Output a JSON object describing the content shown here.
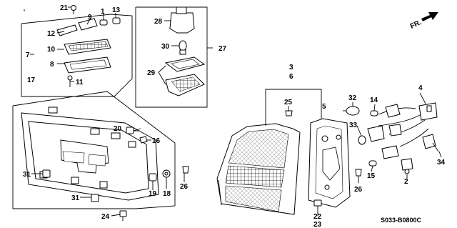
{
  "diagram": {
    "reference_code": "S033-B0800C",
    "direction_label": "FR.",
    "callouts": [
      "1",
      "2",
      "3",
      "4",
      "5",
      "6",
      "7",
      "8",
      "9",
      "10",
      "11",
      "12",
      "13",
      "14",
      "15",
      "16",
      "17",
      "18",
      "19",
      "20",
      "21",
      "22",
      "23",
      "24",
      "25",
      "26",
      "26",
      "27",
      "28",
      "29",
      "30",
      "31",
      "31",
      "32",
      "33",
      "34"
    ],
    "colors": {
      "line": "#000000",
      "background": "#ffffff"
    }
  }
}
